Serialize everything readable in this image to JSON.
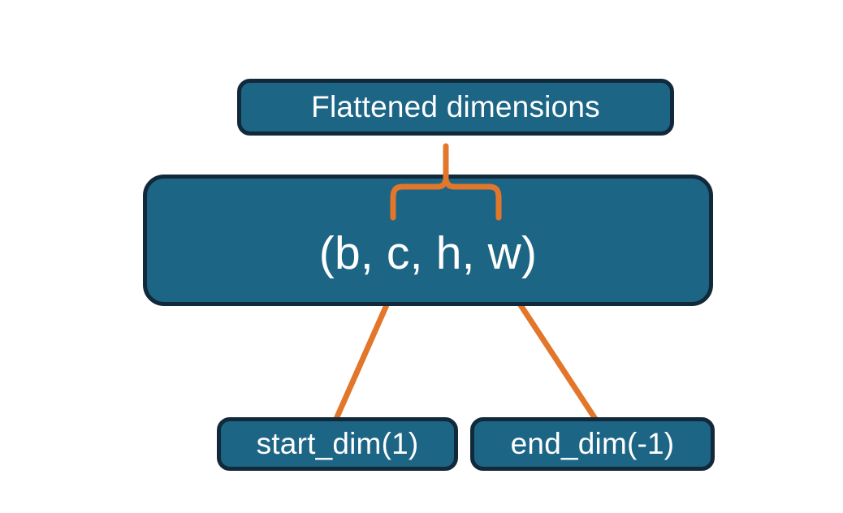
{
  "diagram": {
    "title_node": {
      "label": "Flattened dimensions"
    },
    "shape_node": {
      "label": "(b, c, h, w)"
    },
    "start_node": {
      "label": "start_dim(1)"
    },
    "end_node": {
      "label": "end_dim(-1)"
    },
    "connectors": {
      "brace_name": "curly-brace-connector",
      "start_arrow_name": "start-dim-arrow",
      "end_arrow_name": "end-dim-arrow"
    },
    "colors": {
      "box_fill": "#1d6585",
      "box_border": "#11293a",
      "text": "#ffffff",
      "accent_orange": "#e2762b",
      "background": "#ffffff"
    }
  }
}
